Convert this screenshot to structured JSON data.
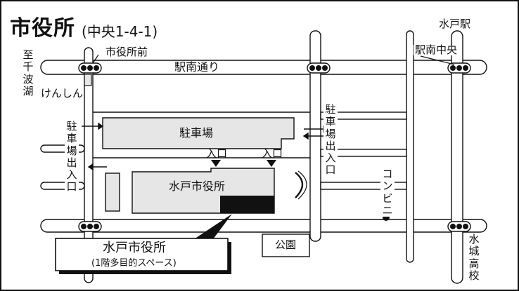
{
  "map": {
    "title": "市役所",
    "address": "(中央1-4-1)",
    "labels": {
      "mito_station": "水戸駅",
      "ekinan_chuo": "駅南中央",
      "shiyakusho_mae": "市役所前",
      "ekinan_dori": "駅南通り",
      "senbako": "至千波湖",
      "kenshin": "けんしん",
      "parking_left": "駐車場出入口",
      "parking_right": "駐車場出入口",
      "parking_lot": "駐車場",
      "entrance_1": "入口",
      "entrance_2": "入口",
      "city_hall": "水戸市役所",
      "convenience": "コンビニ",
      "park": "公園",
      "suijo_high": "水城高校"
    },
    "callout": {
      "name": "水戸市役所",
      "detail": "(1階多目的スペース)"
    },
    "colors": {
      "road_fill": "#ffffff",
      "outline": "#111111",
      "building_fill": "#e6e6e6",
      "highlight": "#111111"
    }
  }
}
